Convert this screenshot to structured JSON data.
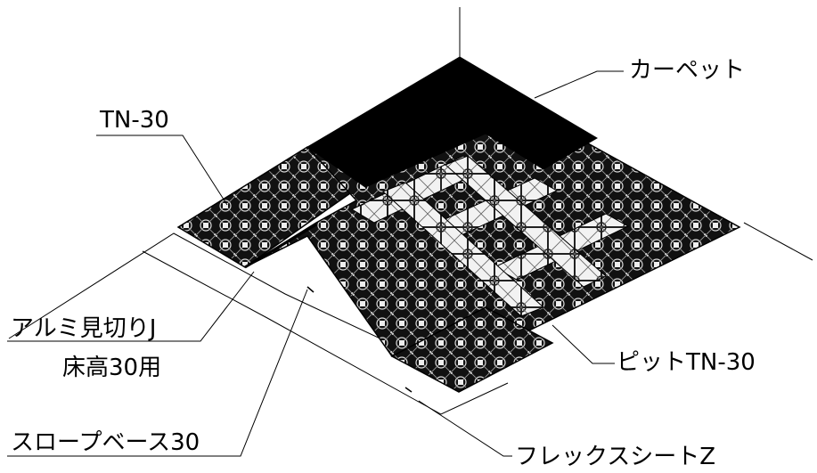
{
  "labels": {
    "carpet": "カーペット",
    "tn30": "TN-30",
    "pit_tn30": "ピットTN-30",
    "aluminum_trim_line1": "アルミ見切りJ",
    "aluminum_trim_line2": "床高30用",
    "slope_base": "スロープベース30",
    "flex_sheet": "フレックスシートZ"
  }
}
